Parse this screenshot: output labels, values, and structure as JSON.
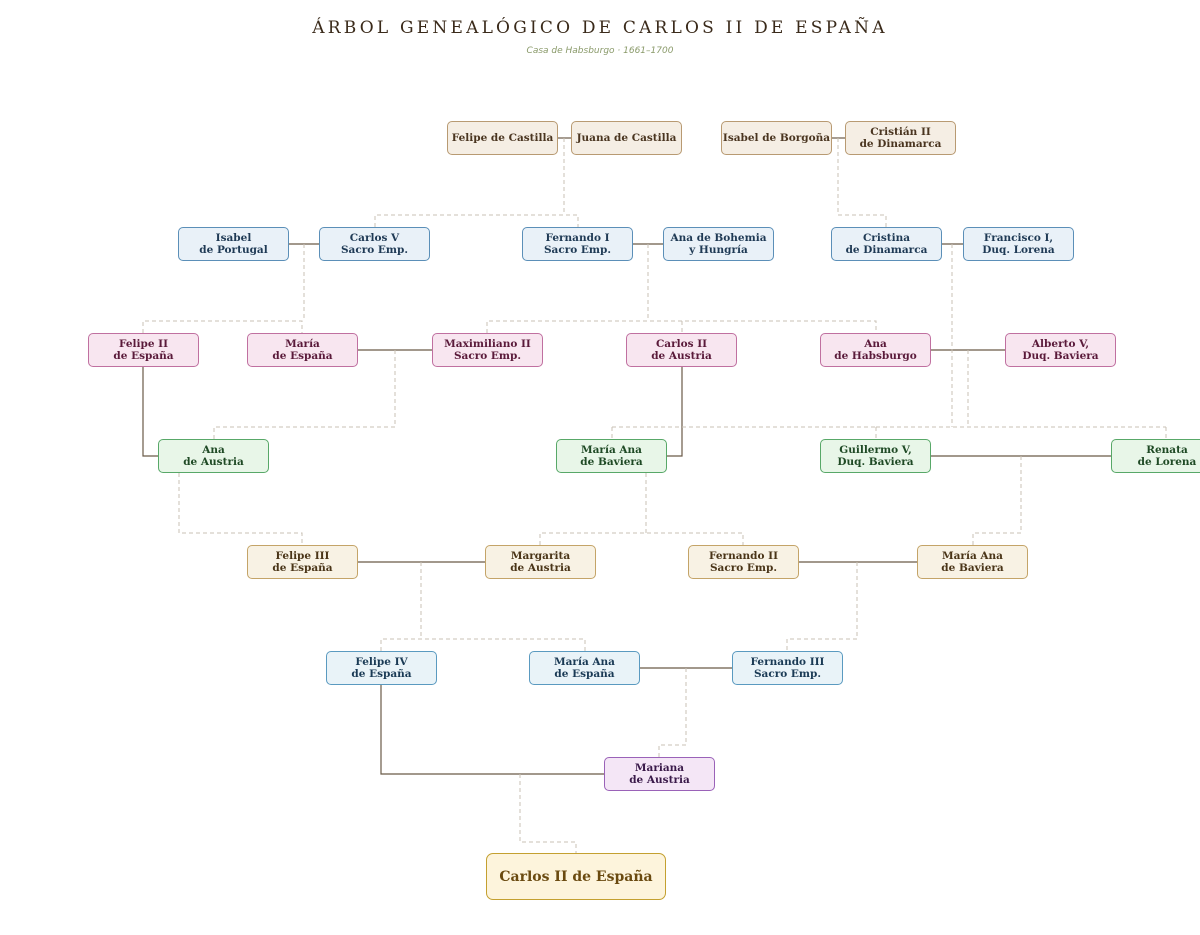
{
  "header": {
    "title": "ÁRBOL GENEALÓGICO DE CARLOS II DE ESPAÑA",
    "subtitle": "Casa de Habsburgo · 1661–1700"
  },
  "colors": {
    "tan": {
      "bg": "#f5eee4",
      "border": "#b89a72",
      "text": "#4a3520"
    },
    "blue": {
      "bg": "#e9f1f8",
      "border": "#5b8fb8",
      "text": "#1f3a55"
    },
    "pink": {
      "bg": "#f8e6f0",
      "border": "#c070a0",
      "text": "#5a1a3a"
    },
    "green": {
      "bg": "#e8f6e8",
      "border": "#58a868",
      "text": "#1f4a25"
    },
    "cream": {
      "bg": "#f8f2e4",
      "border": "#c4a468",
      "text": "#4a3518"
    },
    "lightblue": {
      "bg": "#e9f3f8",
      "border": "#5a9ac0",
      "text": "#1a3a55"
    },
    "purple": {
      "bg": "#f4e6f6",
      "border": "#9a62b8",
      "text": "#3a1a4a"
    },
    "gold": {
      "bg": "#fdf4dc",
      "border": "#c4a030",
      "text": "#6a4a10"
    },
    "marriage_line": "#6a5a48",
    "descent_line": "#c8c0b4"
  },
  "people": {
    "felipe_castilla": {
      "label": "Felipe de Castilla",
      "color": "tan"
    },
    "juana_castilla": {
      "label": "Juana de Castilla",
      "color": "tan"
    },
    "isabel_borgona": {
      "label": "Isabel de Borgoña",
      "color": "tan"
    },
    "cristian_ii": {
      "label": "Cristián II\nde Dinamarca",
      "color": "tan"
    },
    "isabel_portugal": {
      "label": "Isabel\nde Portugal",
      "color": "blue"
    },
    "carlos_v": {
      "label": "Carlos V\nSacro Emp.",
      "color": "blue"
    },
    "fernando_i": {
      "label": "Fernando I\nSacro Emp.",
      "color": "blue"
    },
    "ana_bohemia": {
      "label": "Ana de Bohemia\ny Hungría",
      "color": "blue"
    },
    "cristina_dinamarca": {
      "label": "Cristina\nde Dinamarca",
      "color": "blue"
    },
    "francisco_i": {
      "label": "Francisco I,\nDuq. Lorena",
      "color": "blue"
    },
    "felipe_ii": {
      "label": "Felipe II\nde España",
      "color": "pink"
    },
    "maria_espana_1": {
      "label": "María\nde España",
      "color": "pink"
    },
    "maximiliano_ii": {
      "label": "Maximiliano II\nSacro Emp.",
      "color": "pink"
    },
    "carlos_ii_austria": {
      "label": "Carlos II\nde Austria",
      "color": "pink"
    },
    "ana_habsburgo": {
      "label": "Ana\nde Habsburgo",
      "color": "pink"
    },
    "alberto_v": {
      "label": "Alberto V,\nDuq. Baviera",
      "color": "pink"
    },
    "ana_austria": {
      "label": "Ana\nde Austria",
      "color": "green"
    },
    "maria_ana_baviera_1": {
      "label": "María Ana\nde Baviera",
      "color": "green"
    },
    "guillermo_v": {
      "label": "Guillermo V,\nDuq. Baviera",
      "color": "green"
    },
    "renata_lorena": {
      "label": "Renata\nde Lorena",
      "color": "green"
    },
    "felipe_iii": {
      "label": "Felipe III\nde España",
      "color": "cream"
    },
    "margarita_austria": {
      "label": "Margarita\nde Austria",
      "color": "cream"
    },
    "fernando_ii": {
      "label": "Fernando II\nSacro Emp.",
      "color": "cream"
    },
    "maria_ana_baviera_2": {
      "label": "María Ana\nde Baviera",
      "color": "cream"
    },
    "felipe_iv": {
      "label": "Felipe IV\nde España",
      "color": "lightblue"
    },
    "maria_ana_espana": {
      "label": "María Ana\nde España",
      "color": "lightblue"
    },
    "fernando_iii": {
      "label": "Fernando III\nSacro Emp.",
      "color": "lightblue"
    },
    "mariana_austria": {
      "label": "Mariana\nde Austria",
      "color": "purple"
    },
    "carlos_ii_espana": {
      "label": "Carlos II de España",
      "color": "gold"
    }
  }
}
